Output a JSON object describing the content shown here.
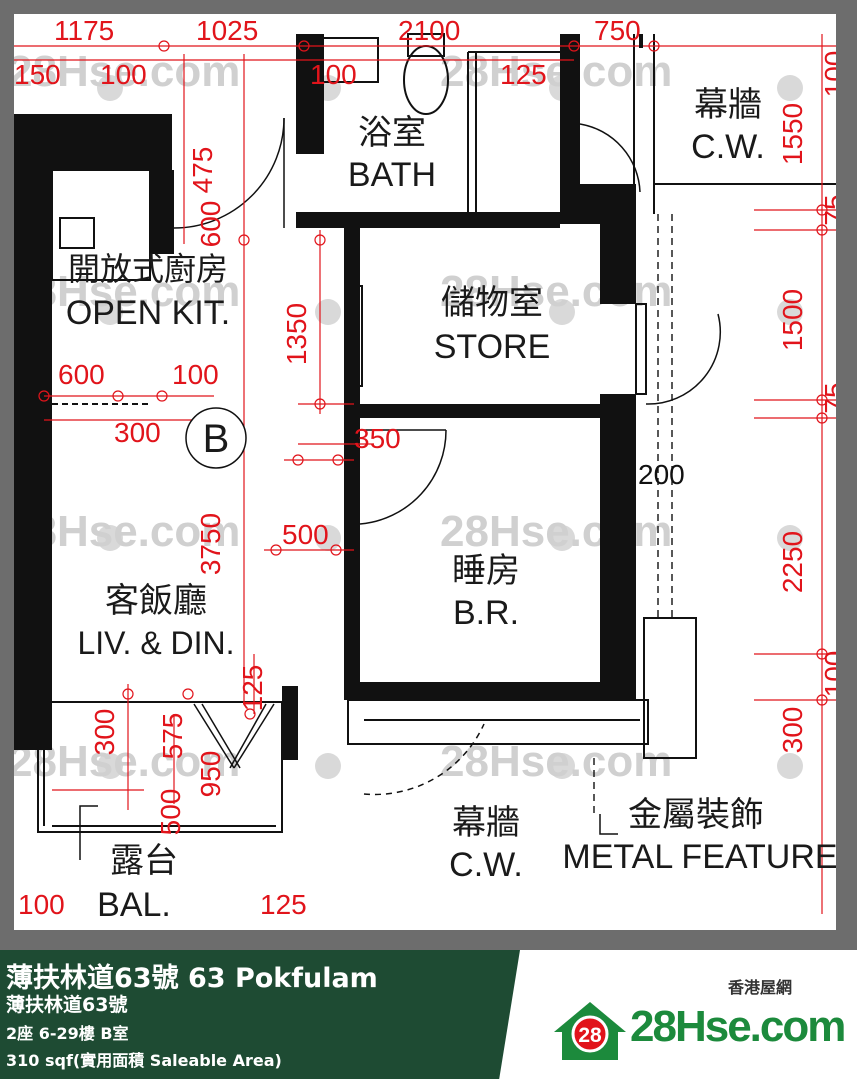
{
  "rooms": {
    "bath_cn": "浴室",
    "bath_en": "BATH",
    "cw_cn": "幕牆",
    "cw_en": "C.W.",
    "kit_cn": "開放式廚房",
    "kit_en": "OPEN KIT.",
    "store_cn": "儲物室",
    "store_en": "STORE",
    "unit": "B",
    "br_cn": "睡房",
    "br_en": "B.R.",
    "liv_cn": "客飯廳",
    "liv_en": "LIV. & DIN.",
    "bal_cn": "露台",
    "bal_en": "BAL.",
    "cw2_cn": "幕牆",
    "cw2_en": "C.W.",
    "metal_cn": "金屬裝飾",
    "metal_en": "METAL FEATURE"
  },
  "dims": {
    "d1175": "1175",
    "d1025": "1025",
    "d2100": "2100",
    "d750": "750",
    "d150": "150",
    "d100a": "100",
    "d100b": "100",
    "d125a": "125",
    "d100c": "100",
    "d475": "475",
    "d600a": "600",
    "d1550": "1550",
    "d75a": "75",
    "d1350": "1350",
    "d600b": "600",
    "d100d": "100",
    "d300a": "300",
    "d1500": "1500",
    "d75b": "75",
    "d350": "350",
    "d200": "200",
    "d3750": "3750",
    "d500a": "500",
    "d2250": "2250",
    "d100e": "100",
    "d125b": "125",
    "d300b": "300",
    "d575": "575",
    "d950": "950",
    "d500b": "500",
    "d300c": "300",
    "d100f": "100",
    "d125c": "125"
  },
  "watermark": "28Hse.com",
  "watermark_badge": "28",
  "footer": {
    "title": "薄扶林道63號 63 Pokfulam",
    "subtitle": "薄扶林道63號",
    "block": "2座 6-29樓 B室",
    "area": "310 sqf(實用面積 Saleable Area)",
    "logo_cn": "香港屋網",
    "logo_badge": "28",
    "logo_text": "28Hse.com"
  },
  "colors": {
    "footer_green": "#1e4b33",
    "logo_green": "#1c8a3c",
    "dim_red": "#e1141b",
    "wall": "#111111"
  }
}
